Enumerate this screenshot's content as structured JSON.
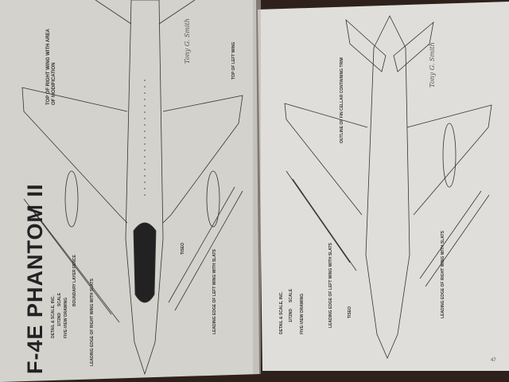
{
  "book": {
    "left_page": {
      "title": "F-4E PHANTOM II",
      "publisher": "DETAIL & SCALE, INC.",
      "scale": "1/72ND",
      "scale_label": "SCALE",
      "drawing_type": "FIVE-VIEW DRAWING",
      "callouts": [
        "BOUNDARY LAYER FENCE",
        "LEADING EDGE OF RIGHT WING WITH SLATS",
        "TISEO",
        "LEADING EDGE OF LEFT WING WITH SLATS",
        "TOP OF RIGHT WING WITH AREA OF MODIFICATION",
        "TOP OF LEFT WING"
      ],
      "signature": "Tony G. Smith"
    },
    "right_page": {
      "publisher": "DETAIL & SCALE, INC.",
      "scale": "1/72ND",
      "scale_label": "SCALE",
      "drawing_type": "FIVE-VIEW DRAWING",
      "callouts": [
        "LEADING EDGE OF LEFT WING WITH SLATS",
        "TISEO",
        "LEADING EDGE OF RIGHT WING WITH SLATS",
        "OUTLINE OF FIN CELLAR CONTAINING TRIM"
      ],
      "signature": "Tony G. Smith",
      "page_number": "47"
    }
  },
  "colors": {
    "background": "#2e211b",
    "left_page": "#d6d4cf",
    "right_page": "#e2e0dc",
    "ink": "#2a2a2a"
  }
}
